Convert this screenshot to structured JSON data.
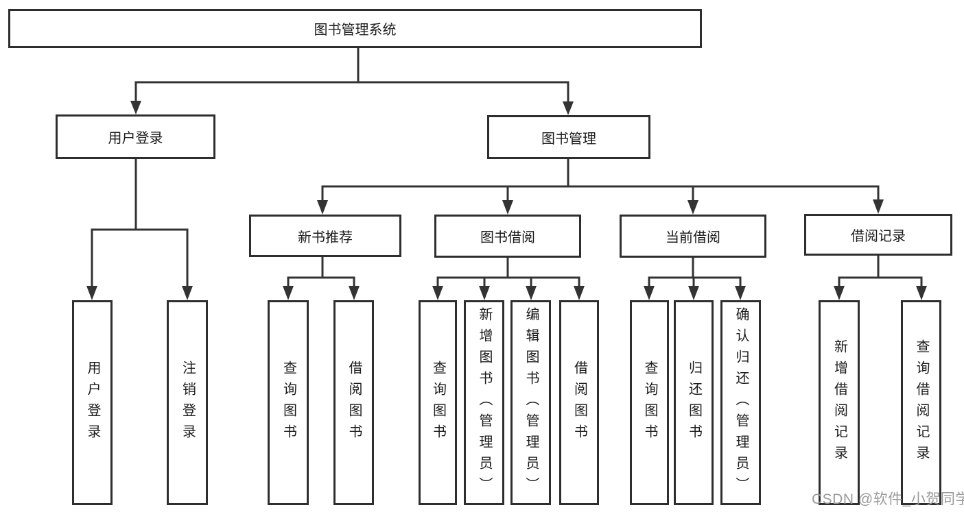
{
  "tree": {
    "label": "图书管理系统",
    "children": [
      {
        "label": "用户登录",
        "children": [
          {
            "label": "用户登录"
          },
          {
            "label": "注销登录"
          }
        ]
      },
      {
        "label": "图书管理",
        "children": [
          {
            "label": "新书推荐",
            "children": [
              {
                "label": "查询图书"
              },
              {
                "label": "借阅图书"
              }
            ]
          },
          {
            "label": "图书借阅",
            "children": [
              {
                "label": "查询图书"
              },
              {
                "label": "新增图书（管理员）"
              },
              {
                "label": "编辑图书（管理员）"
              },
              {
                "label": "借阅图书"
              }
            ]
          },
          {
            "label": "当前借阅",
            "children": [
              {
                "label": "查询图书"
              },
              {
                "label": "归还图书"
              },
              {
                "label": "确认归还（管理员）"
              }
            ]
          },
          {
            "label": "借阅记录",
            "children": [
              {
                "label": "新增借阅记录"
              },
              {
                "label": "查询借阅记录"
              }
            ]
          }
        ]
      }
    ]
  },
  "watermark": {
    "text": "CSDN @软件_小贺同学"
  },
  "colors": {
    "line": "#333333",
    "box_border": "#2e2e2e",
    "text": "#1c1c1c",
    "watermark": "#9a9a9a",
    "background": "#ffffff"
  }
}
